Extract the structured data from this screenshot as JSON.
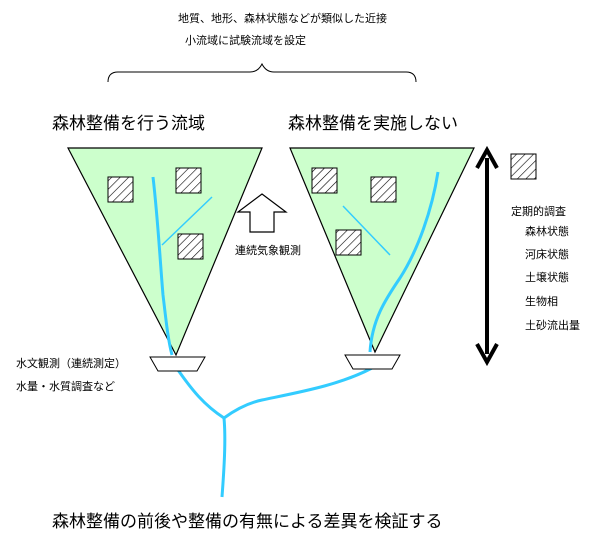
{
  "header": {
    "line1": "地質、地形、森林状態などが類似した近接",
    "line2": "小流域に試験流域を設定"
  },
  "watersheds": {
    "left_title": "森林整備を行う流域",
    "right_title": "森林整備を実施しない"
  },
  "weather": {
    "label": "連続気象観測"
  },
  "hydro": {
    "line1": "水文観測（連続測定）",
    "line2": "水量・水質調査など"
  },
  "survey": {
    "title": "定期的調査",
    "items": [
      "森林状態",
      "河床状態",
      "土壌状態",
      "生物相",
      "土砂流出量"
    ]
  },
  "footer": {
    "conclusion": "森林整備の前後や整備の有無による差異を検証する"
  },
  "colors": {
    "watershed_fill": "#ccffcc",
    "stream": "#33ccff",
    "tributary": "#33ccff"
  }
}
